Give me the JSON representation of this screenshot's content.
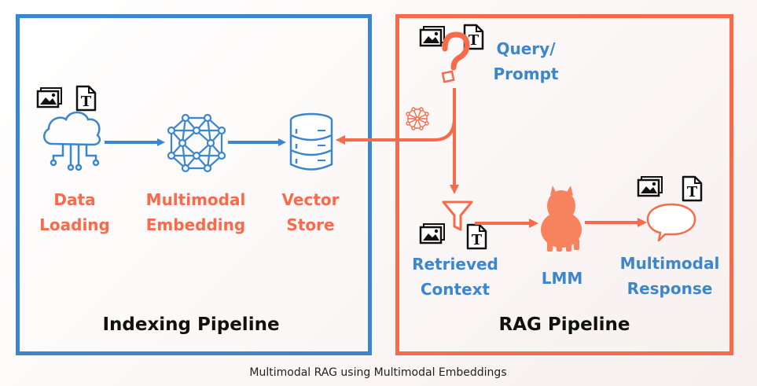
{
  "indexing": {
    "title": "Indexing Pipeline",
    "data_loading": [
      "Data",
      "Loading"
    ],
    "embedding": [
      "Multimodal",
      "Embedding"
    ],
    "vector_store": [
      "Vector",
      "Store"
    ]
  },
  "rag": {
    "title": "RAG Pipeline",
    "query": [
      "Query/",
      "Prompt"
    ],
    "retrieved": [
      "Retrieved",
      "Context"
    ],
    "lmm": "LMM",
    "response": [
      "Multimodal",
      "Response"
    ]
  },
  "caption": "Multimodal RAG using Multimodal Embeddings",
  "colors": {
    "blue": "#3b86cc",
    "orange": "#f76b4a",
    "text": "#111111"
  },
  "icons": [
    "image-icon",
    "text-doc-icon",
    "cloud-data-icon",
    "network-embedding-icon",
    "database-icon",
    "question-mark-icon",
    "funnel-icon",
    "llama-icon",
    "speech-bubble-icon"
  ]
}
